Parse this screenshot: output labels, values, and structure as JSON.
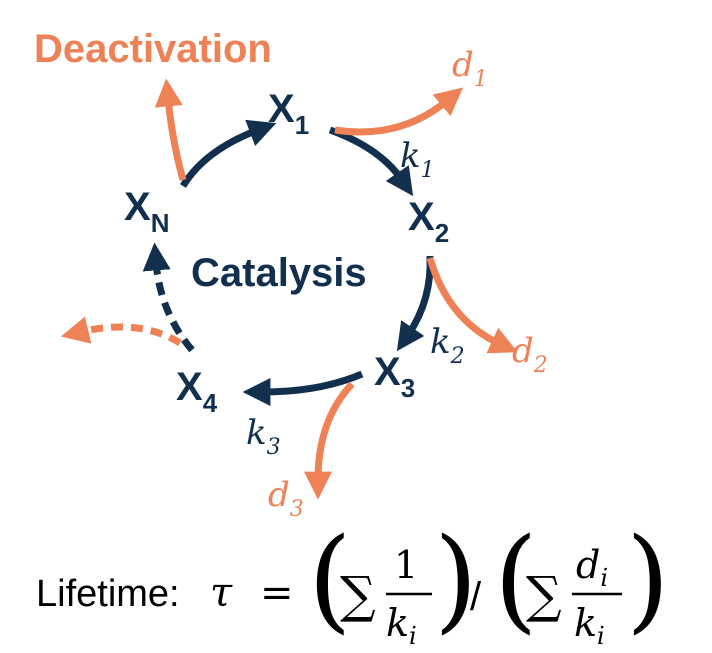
{
  "header": {
    "deactivation": "Deactivation"
  },
  "center": {
    "catalysis": "Catalysis"
  },
  "nodes": {
    "x1": {
      "base": "X",
      "sub": "1"
    },
    "x2": {
      "base": "X",
      "sub": "2"
    },
    "x3": {
      "base": "X",
      "sub": "3"
    },
    "x4": {
      "base": "X",
      "sub": "4"
    },
    "xn": {
      "base": "X",
      "sub": "N"
    }
  },
  "rates": {
    "k1": {
      "base": "k",
      "sub": "1"
    },
    "k2": {
      "base": "k",
      "sub": "2"
    },
    "k3": {
      "base": "k",
      "sub": "3"
    }
  },
  "deactivation_rates": {
    "d1": {
      "base": "d",
      "sub": "1"
    },
    "d2": {
      "base": "d",
      "sub": "2"
    },
    "d3": {
      "base": "d",
      "sub": "3"
    }
  },
  "formula": {
    "label": "Lifetime:",
    "tau": "τ",
    "equals": "=",
    "lparen": "(",
    "rparen": ")",
    "sigma": "∑",
    "numerator1": "1",
    "k": "k",
    "i": "i",
    "slash": "/",
    "d": "d"
  },
  "colors": {
    "catalysis": "#12304e",
    "deactivation": "#ee8156"
  }
}
